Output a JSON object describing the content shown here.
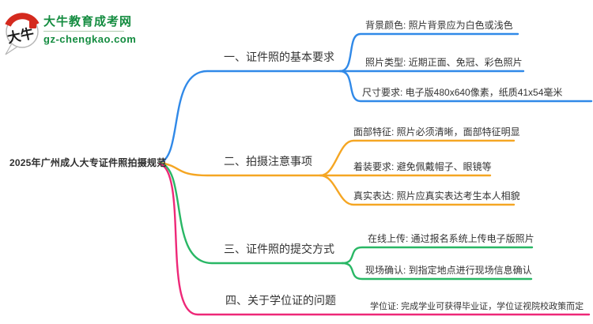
{
  "logo": {
    "badge": "大牛",
    "title": "大牛教育成考网",
    "subtitle": "gz-chengkao.com",
    "brand_green": "#148c40",
    "seal_red": "#d42a1e"
  },
  "root": {
    "label": "2025年广州成人大专证件照拍摄规范"
  },
  "branches": [
    {
      "label": "一、证件照的基本要求",
      "color": "#3089e8",
      "children": [
        "背景颜色: 照片背景应为白色或浅色",
        "照片类型: 近期正面、免冠、彩色照片",
        "尺寸要求: 电子版480x640像素，纸质41x54毫米"
      ]
    },
    {
      "label": "二、拍摄注意事项",
      "color": "#f5a623",
      "children": [
        "面部特征: 照片必须清晰，面部特征明显",
        "着装要求: 避免佩戴帽子、眼镜等",
        "真实表达: 照片应真实表达考生本人相貌"
      ]
    },
    {
      "label": "三、证件照的提交方式",
      "color": "#29b765",
      "children": [
        "在线上传: 通过报名系统上传电子版照片",
        "现场确认: 到指定地点进行现场信息确认"
      ]
    },
    {
      "label": "四、关于学位证的问题",
      "color": "#ee2878",
      "children": [
        "学位证: 完成学业可获得毕业证，学位证视院校政策而定"
      ]
    }
  ]
}
